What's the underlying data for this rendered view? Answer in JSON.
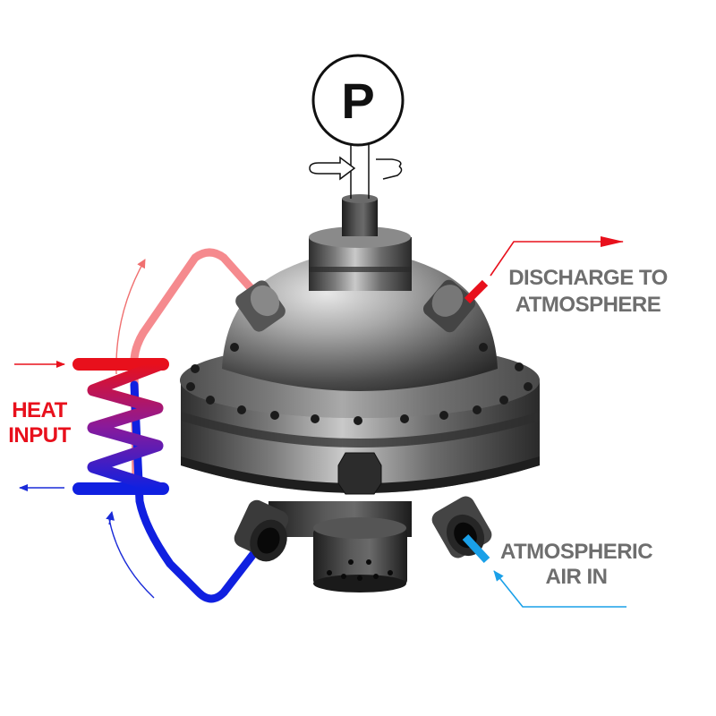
{
  "labels": {
    "pump_symbol": "P",
    "heat_input_line1": "HEAT",
    "heat_input_line2": "INPUT",
    "discharge_line1": "DISCHARGE TO",
    "discharge_line2": "ATMOSPHERE",
    "air_in_line1": "ATMOSPHERIC",
    "air_in_line2": "AIR IN"
  },
  "colors": {
    "hot": "#e8101c",
    "hot_pipe": "#f58a8e",
    "cold": "#1020e0",
    "cold_label": "#1a2bd8",
    "air": "#1aa0e8",
    "label_grey": "#6e6e6e",
    "heat_label": "#e8101c"
  }
}
